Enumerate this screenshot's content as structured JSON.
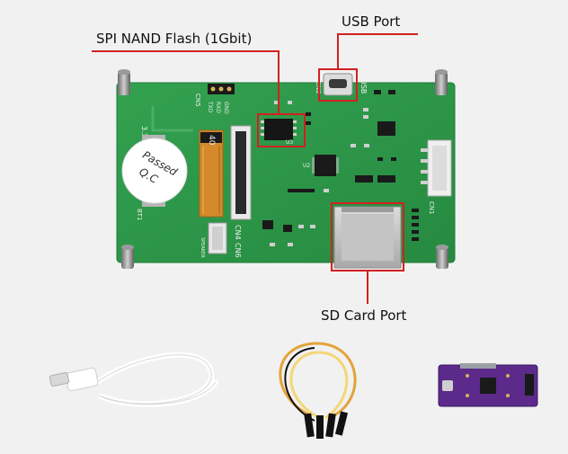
{
  "callouts": {
    "spi_nand_flash": "SPI NAND Flash (1Gbit)",
    "usb_port": "USB Port",
    "sd_card_port": "SD Card Port"
  },
  "board_silkscreen": {
    "cn5": "CN5",
    "cn2": "CN2",
    "usb": "USB",
    "rxd": "RXD",
    "txd": "TXD",
    "gnd": "GND",
    "v3_3": "3.3V",
    "qc_stamp_line1": "Passed",
    "qc_stamp_line2": "Q.C",
    "bt1": "BT1",
    "fpc_number": "40",
    "cn4": "CN4",
    "cn6": "CN6",
    "u2": "U2",
    "u3": "U3",
    "cn1": "CN1",
    "speaker": "SPEAKER"
  },
  "colors": {
    "background": "#f1f1f1",
    "pcb_green": "#2f9a4a",
    "highlight_red": "#d42020",
    "fpc_orange": "#d4892a",
    "purple_module": "#5b2a8a"
  }
}
